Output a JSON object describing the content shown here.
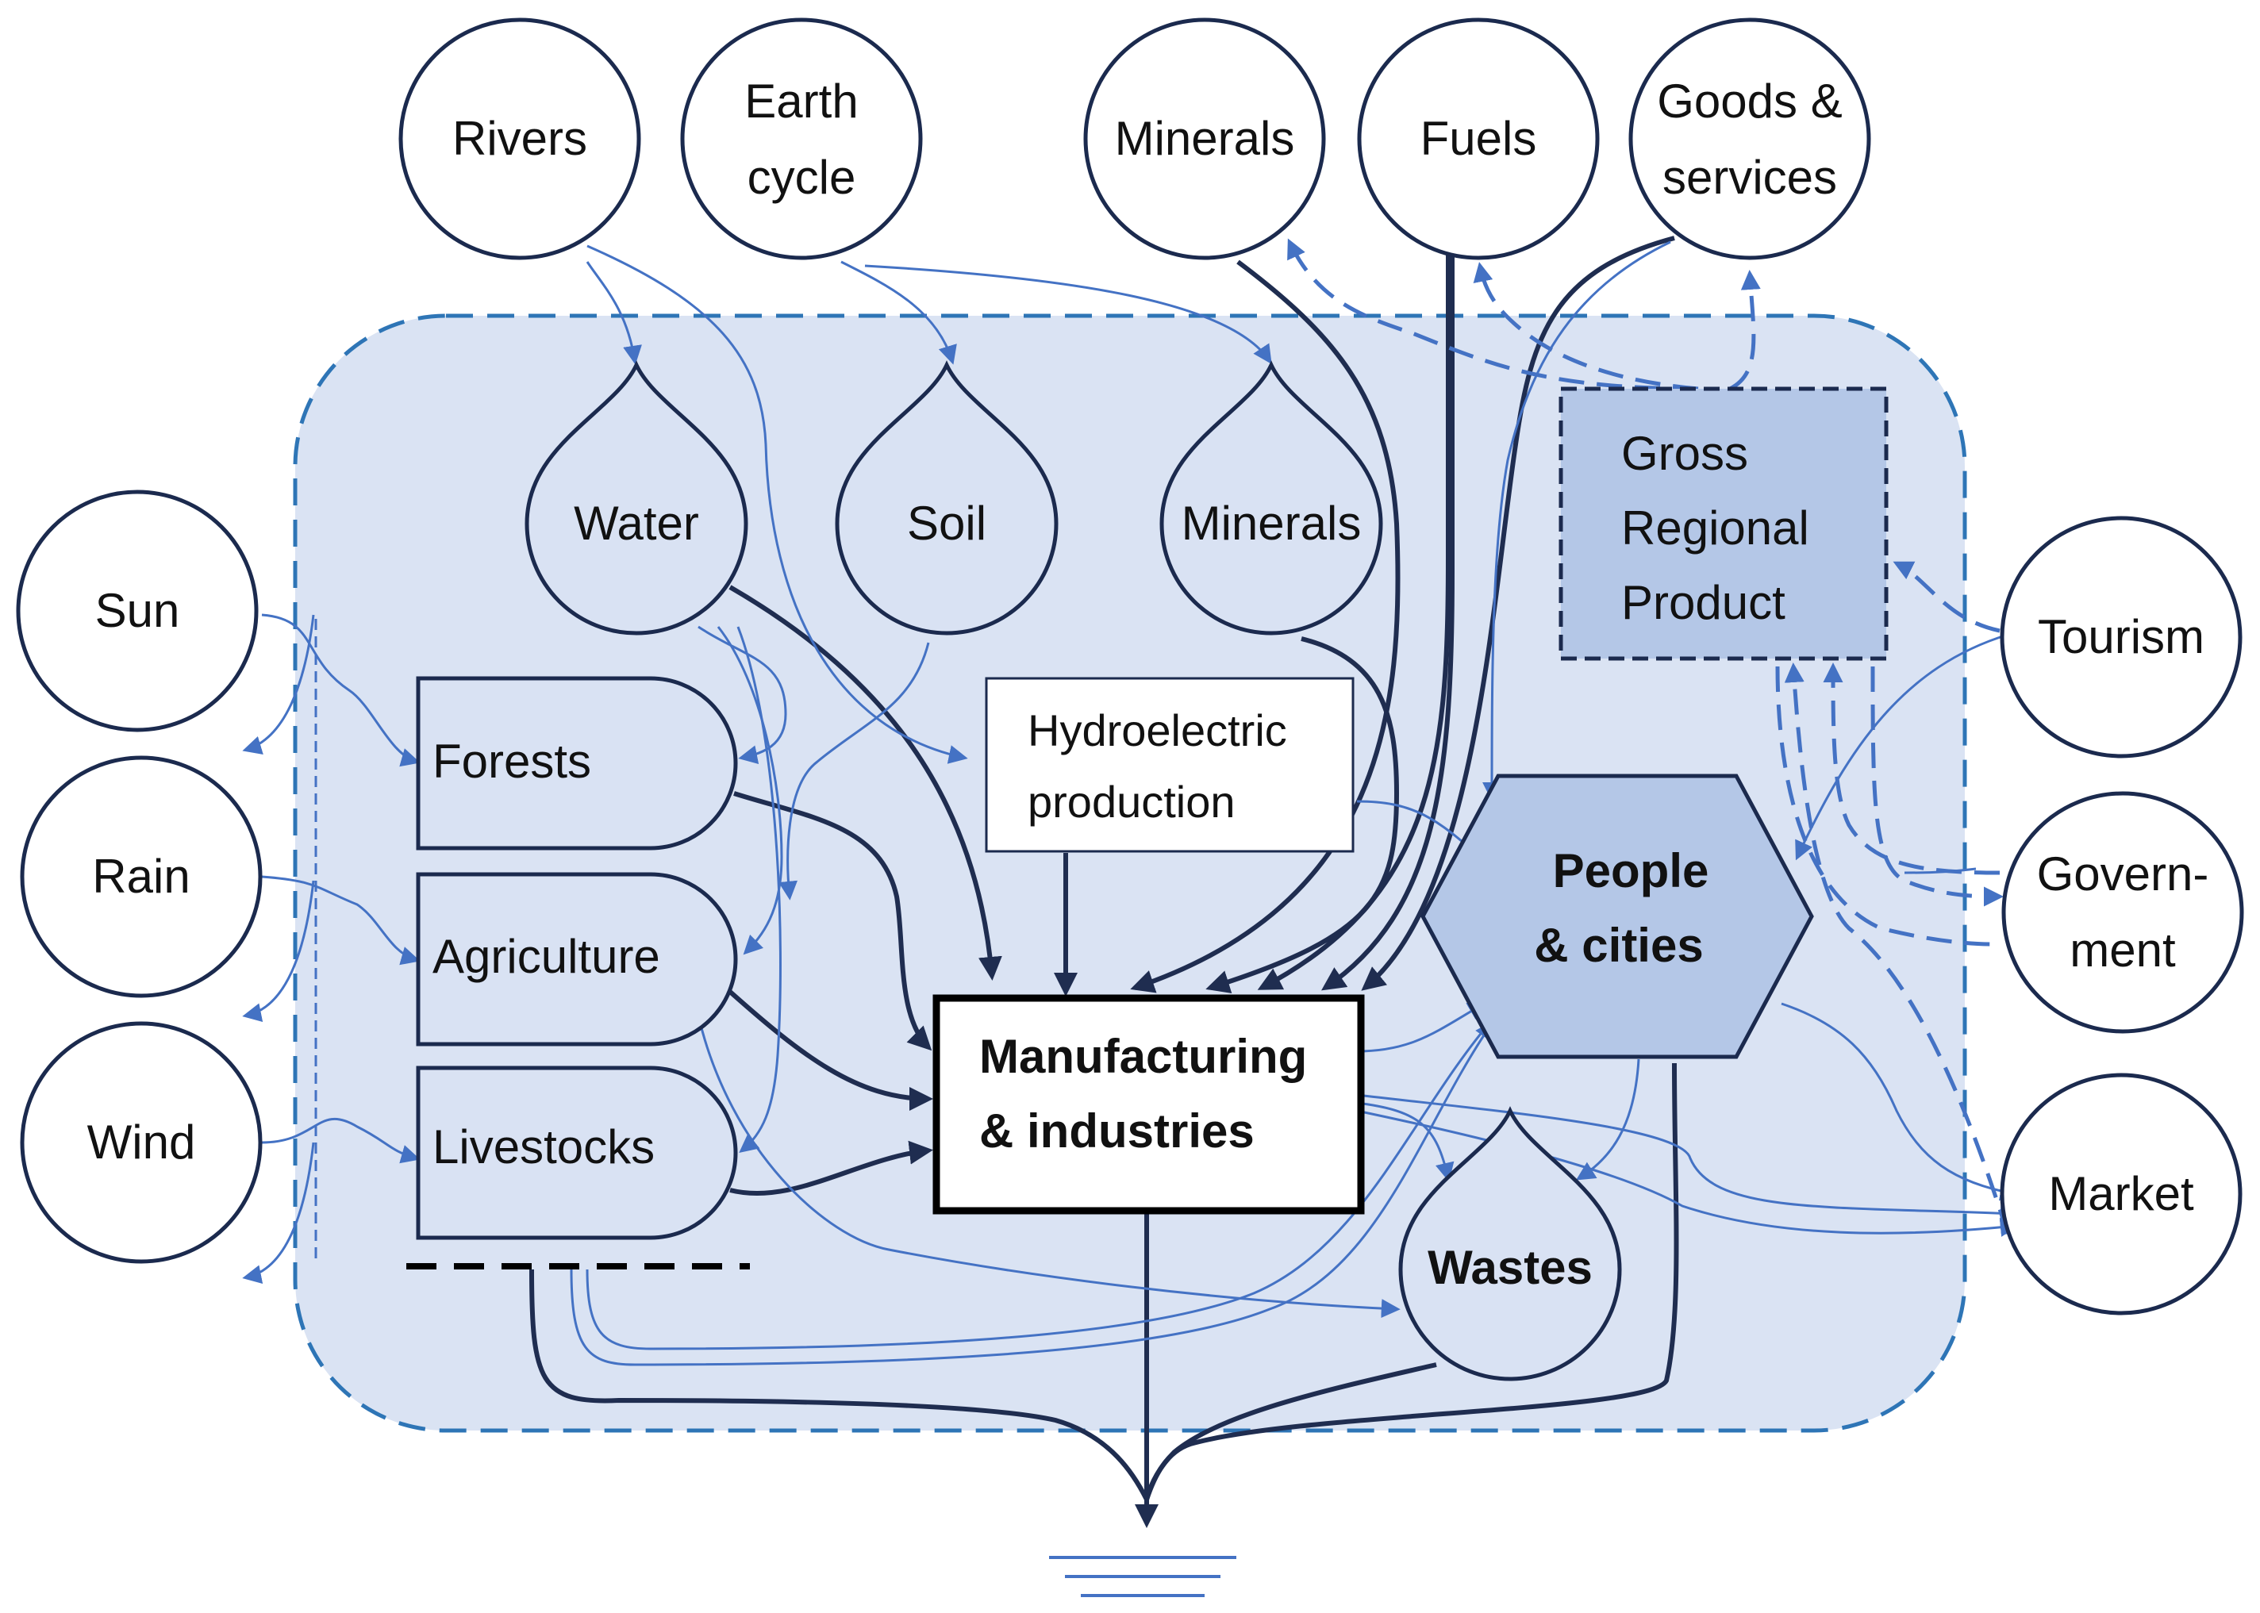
{
  "colors": {
    "system_fill": "#dae3f3",
    "system_border": "#2e75b6",
    "node_stroke": "#1b2a4e",
    "flow_dark": "#1f2d50",
    "flow_blue": "#4472c4",
    "highlight_fill": "#b4c7e7"
  },
  "sources": {
    "rivers": [
      "Rivers"
    ],
    "earth_cycle": [
      "Earth",
      "cycle"
    ],
    "minerals": [
      "Minerals"
    ],
    "fuels": [
      "Fuels"
    ],
    "goods_services": [
      "Goods &",
      "services"
    ],
    "sun": [
      "Sun"
    ],
    "rain": [
      "Rain"
    ],
    "wind": [
      "Wind"
    ],
    "tourism": [
      "Tourism"
    ],
    "government": [
      "Govern-",
      "ment"
    ],
    "market": [
      "Market"
    ]
  },
  "storages": {
    "water": "Water",
    "soil": "Soil",
    "minerals": "Minerals",
    "wastes": "Wastes"
  },
  "producers": {
    "forests": "Forests",
    "agriculture": "Agriculture",
    "livestocks": "Livestocks"
  },
  "hydro": [
    "Hydroelectric",
    "production"
  ],
  "manufacturing": [
    "Manufacturing",
    "& industries"
  ],
  "people": [
    "People",
    "& cities"
  ],
  "grp": [
    "Gross",
    "Regional",
    "Product"
  ]
}
